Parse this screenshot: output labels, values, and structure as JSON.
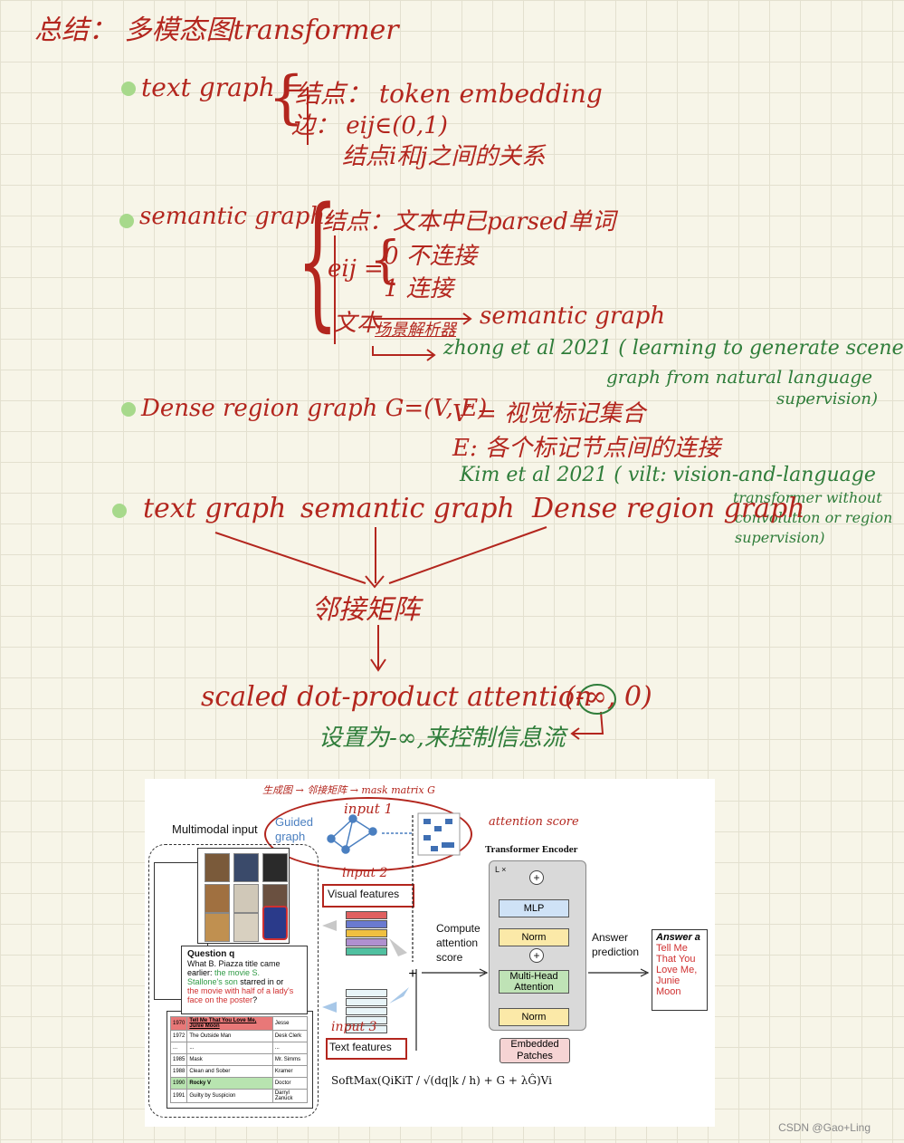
{
  "title": "总结： 多模态图transformer",
  "text_graph": {
    "label": "text graph =",
    "node": "结点： token embedding",
    "edge": "边： eij∈(0,1)",
    "edge_note": "结点i和j之间的关系"
  },
  "semantic_graph": {
    "label": "semantic graph:",
    "node": "结点：文本中已parsed单词",
    "eij": "eij =",
    "eij_0": "0  不连接",
    "eij_1": "1  连接",
    "flow_start": "文本",
    "flow_mid": "场景解析器",
    "flow_end": "semantic graph",
    "ref": "zhong et al 2021 ( learning to generate scene",
    "ref2": "graph from natural language",
    "ref3": "supervision)"
  },
  "dense_graph": {
    "label": "Dense region graph G=(V, E)",
    "v": "V = 视觉标记集合",
    "e": "E: 各个标记节点间的连接",
    "ref": "Kim et al 2021 ( vilt: vision-and-language",
    "ref2": "transformer without",
    "ref3": "convolution or region",
    "ref4": "supervision)"
  },
  "summary_row": {
    "a": "text graph",
    "b": "semantic graph",
    "c": "Dense region graph",
    "adjacency": "邻接矩阵",
    "attention": "scaled dot-product attention",
    "range": "(-∞, 0)",
    "note": "设置为-∞,来控制信息流"
  },
  "figure": {
    "annot_top": "生成图 → 邻接矩阵 → mask matrix G",
    "input1": "input 1",
    "input2": "input 2",
    "input3": "input 3",
    "attention_score": "attention score",
    "multimodal_input": "Multimodal input",
    "guided_graph": "Guided graph",
    "visual_features": "Visual features",
    "text_features": "Text features",
    "compute": "Compute",
    "attention": "attention",
    "score": "score",
    "answer_prediction_1": "Answer",
    "answer_prediction_2": "prediction",
    "encoder_title": "Transformer Encoder",
    "lx": "L ×",
    "mlp": "MLP",
    "norm": "Norm",
    "mha": "Multi-Head Attention",
    "embedded": "Embedded Patches",
    "answer_title": "Answer a",
    "answer_lines": [
      "Tell Me",
      "That You",
      "Love Me,",
      "Junie",
      "Moon"
    ],
    "question_title": "Question q",
    "question_l1": "What B. Piazza title came",
    "question_l2": "earlier:",
    "question_green": "the movie S.",
    "question_l3": "Stallone's son",
    "question_l3b": "starred in or",
    "question_red": "the movie with half of a lady's",
    "question_l5": "face on the poster",
    "formula": "SoftMax(QiKiT / √(dq|k / h) + G + λĜ)Vi",
    "table": [
      [
        "1970",
        "Tell Me That You Love Me, Junie Moon",
        "Jesse"
      ],
      [
        "1972",
        "The Outside Man",
        "Desk Clerk"
      ],
      [
        "...",
        "...",
        "..."
      ],
      [
        "1985",
        "Mask",
        "Mr. Simms"
      ],
      [
        "1988",
        "Clean and Sober",
        "Kramer"
      ],
      [
        "1990",
        "Rocky V",
        "Doctor"
      ],
      [
        "1991",
        "Guilty by Suspicion",
        "Darryl Zanuck"
      ]
    ]
  },
  "watermark": "CSDN @Gao+Ling",
  "colors": {
    "ink_red": "#b3261e",
    "ink_green": "#2f7d3a",
    "bullet": "#a7d98b"
  }
}
